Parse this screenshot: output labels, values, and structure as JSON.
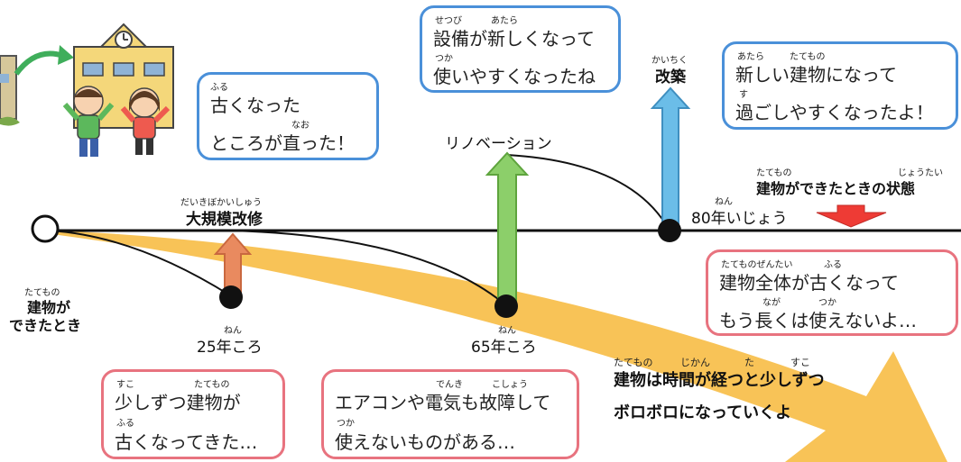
{
  "building_built": {
    "ruby": "たてもの",
    "line1": "建物が",
    "line2": "できたとき"
  },
  "major_repair": {
    "ruby": "だいきぼかいしゅう",
    "label": "大規模改修"
  },
  "point_25": {
    "ruby": "ねん",
    "label": "25年ころ"
  },
  "point_65": {
    "ruby": "ねん",
    "label": "65年ころ"
  },
  "renovation": {
    "label": "リノベーション"
  },
  "rebuild": {
    "ruby": "かいちく",
    "label": "改築"
  },
  "point_80": {
    "ruby": "ねん",
    "label": "80年いじょう"
  },
  "state_label": {
    "ruby_left": "たてもの",
    "ruby_right": "じょうたい",
    "label": "建物ができたときの状態"
  },
  "bubble_repaired": {
    "ruby1": "ふる",
    "line1": "古くなった",
    "ruby2": "なお",
    "line2": "ところが直った！"
  },
  "bubble_equipment": {
    "ruby1a": "せつび",
    "ruby1b": "あたら",
    "line1": "設備が新しくなって",
    "ruby2": "つか",
    "line2": "使いやすくなったね"
  },
  "bubble_newbuilding": {
    "ruby1a": "あたら",
    "ruby1b": "たてもの",
    "line1": "新しい建物になって",
    "ruby2": "す",
    "line2": "過ごしやすくなったよ！"
  },
  "bubble_wholeold": {
    "ruby1a": "たてものぜんたい",
    "ruby1b": "ふる",
    "line1": "建物全体が古くなって",
    "ruby2a": "なが",
    "ruby2b": "つか",
    "line2": "もう長くは使えないよ…"
  },
  "bubble_slowly": {
    "ruby1a": "すこ",
    "ruby1b": "たてもの",
    "line1": "少しずつ建物が",
    "ruby2": "ふる",
    "line2": "古くなってきた…"
  },
  "bubble_aircon": {
    "ruby1a": "でんき",
    "ruby1b": "こしょう",
    "line1": "エアコンや電気も故障して",
    "ruby2": "つか",
    "line2": "使えないものがある…"
  },
  "aging_note": {
    "ruby_a": "たてもの",
    "ruby_b": "じかん",
    "ruby_c": "た",
    "ruby_d": "すこ",
    "line1": "建物は時間が経つと少しずつ",
    "line2": "ボロボロになっていくよ"
  },
  "colors": {
    "timeline": "#111111",
    "decline_band": "#f7bd45",
    "arrow_orange": "#e98a5f",
    "arrow_green": "#8ccf6a",
    "arrow_blue": "#6bbde8",
    "arrow_red": "#ee3b35",
    "bubble_pink": "#e8737f",
    "bubble_blue": "#4a90d9"
  }
}
